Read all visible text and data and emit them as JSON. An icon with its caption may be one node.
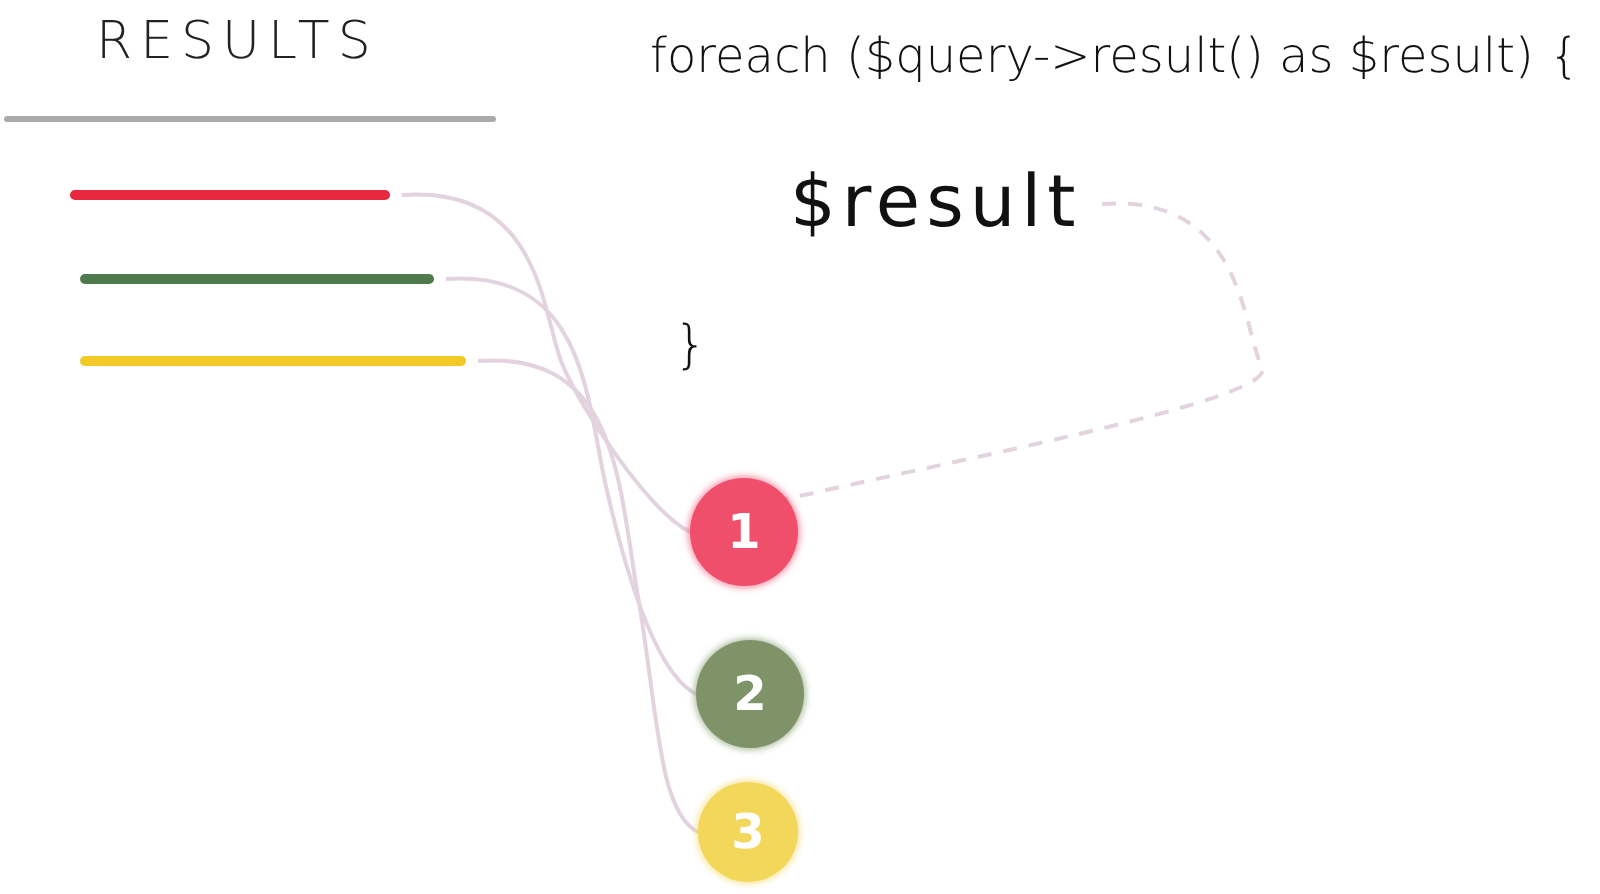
{
  "diagram": {
    "nodes": [
      {
        "text": [
          "$result"
        ]
      },
      {
        "text": [],
        "shape": "bar"
      },
      {
        "text": [],
        "shape": "bar"
      },
      {
        "text": [],
        "shape": "bar"
      },
      {
        "text": [
          "1"
        ]
      },
      {
        "text": [
          "2"
        ]
      },
      {
        "text": [
          "3"
        ]
      }
    ],
    "edges": [
      {
        "from": 1,
        "to": 4,
        "arrow": "none"
      },
      {
        "from": 2,
        "to": 5,
        "arrow": "none"
      },
      {
        "from": 3,
        "to": 6,
        "arrow": "none"
      },
      {
        "from": 0,
        "to": 4,
        "arrow": "none",
        "style": "dashed"
      }
    ],
    "labels": [
      "RESULTS",
      "foreach ($query->result() as $result) {",
      "}"
    ]
  }
}
